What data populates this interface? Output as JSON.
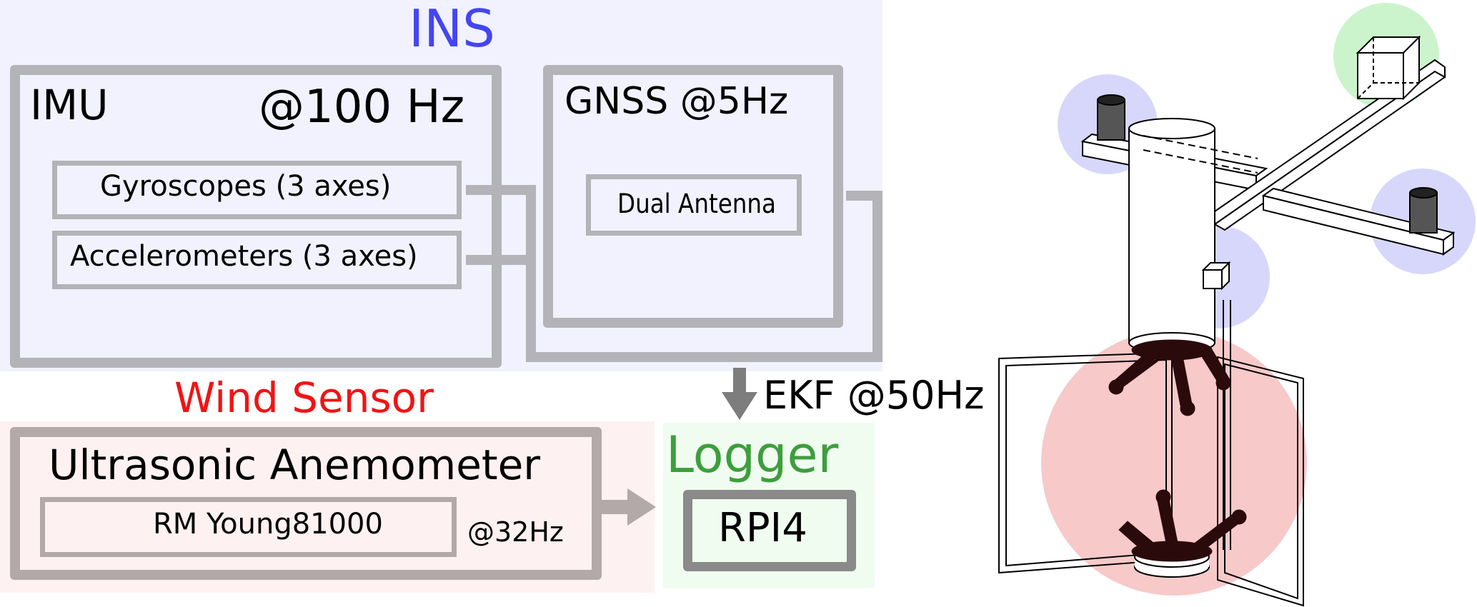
{
  "ins": {
    "title": "INS",
    "imu": {
      "label": "IMU",
      "rate": "@100 Hz",
      "gyro": "Gyroscopes (3 axes)",
      "accel": "Accelerometers (3 axes)"
    },
    "gnss": {
      "label": "GNSS @5Hz",
      "antenna": "Dual Antenna"
    }
  },
  "ekf": {
    "label": "EKF @50Hz"
  },
  "wind": {
    "title": "Wind Sensor",
    "anemometer": "Ultrasonic Anemometer",
    "model": "RM Young81000",
    "rate": "@32Hz"
  },
  "logger": {
    "title": "Logger",
    "device": "RPI4"
  },
  "colors": {
    "ins_bg": "#f1f2fe",
    "ins_title": "#4545f0",
    "wind_bg": "#fdf1f1",
    "wind_title": "#f01414",
    "logger_bg": "#f1fcf1",
    "logger_title": "#3d9e3d",
    "gray_border": "#b3b3b8",
    "wind_border": "#b3a9a9",
    "logger_border": "#8a8a8a"
  }
}
